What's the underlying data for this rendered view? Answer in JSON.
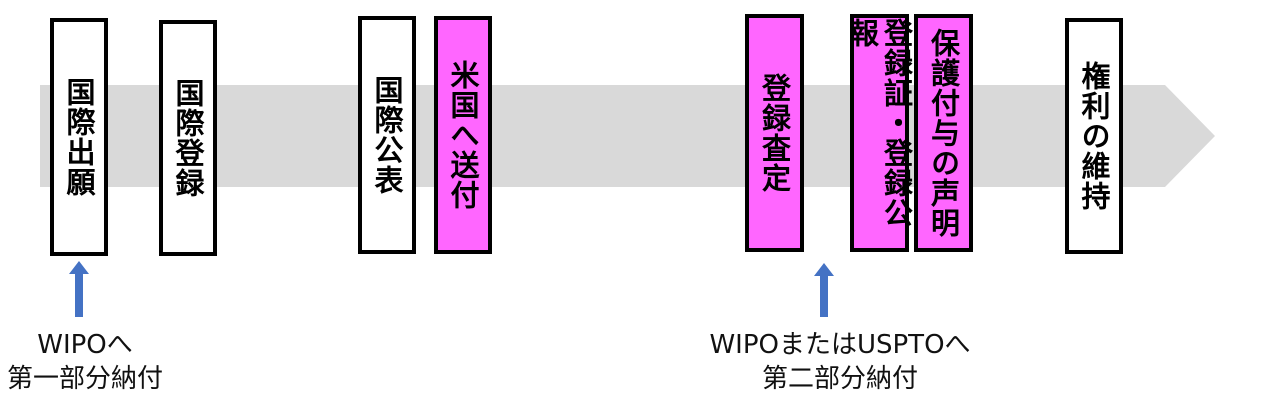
{
  "colors": {
    "timeline_band": "#d9d9d9",
    "box_default": "#ffffff",
    "box_us": "#ff66ff",
    "border": "#000000",
    "arrow": "#4472c4"
  },
  "steps": [
    {
      "id": "kokusai-shutsugan",
      "label": "国際出願",
      "fill": "white"
    },
    {
      "id": "kokusai-touroku",
      "label": "国際登録",
      "fill": "white"
    },
    {
      "id": "kokusai-kouhyou",
      "label": "国際公表",
      "fill": "white"
    },
    {
      "id": "beikoku-soufu",
      "label": "米国へ送付",
      "fill": "magenta"
    },
    {
      "id": "touroku-satei",
      "label": "登録査定",
      "fill": "magenta"
    },
    {
      "id": "tourokushou-kouhou",
      "label": "登録証・登録公報",
      "fill": "magenta"
    },
    {
      "id": "hogo-fuyo-seimei",
      "label": "保護付与の声明",
      "fill": "magenta"
    },
    {
      "id": "kenri-iji",
      "label": "権利の維持",
      "fill": "white"
    }
  ],
  "notes": {
    "first_payment": {
      "line1": "WIPOへ",
      "line2": "第一部分納付"
    },
    "second_payment": {
      "line1": "WIPOまたはUSPTOへ",
      "line2": "第二部分納付"
    }
  }
}
